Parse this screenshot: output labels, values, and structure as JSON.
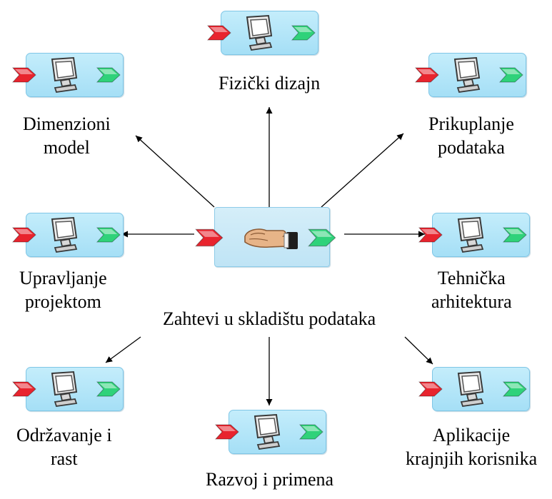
{
  "center": {
    "label": "Zahtevi u skladištu podataka",
    "icon": "hand-icon"
  },
  "nodes": [
    {
      "id": "fizicki-dizajn",
      "lines": [
        "Fizički dizajn"
      ],
      "icon": "monitor-icon"
    },
    {
      "id": "dimenzioni-model",
      "lines": [
        "Dimenzioni",
        "model"
      ],
      "icon": "monitor-icon"
    },
    {
      "id": "prikupljanje-podataka",
      "lines": [
        "Prikuplanje",
        "podataka"
      ],
      "icon": "monitor-icon"
    },
    {
      "id": "upravljanje-projektom",
      "lines": [
        "Upravljanje",
        "projektom"
      ],
      "icon": "monitor-icon"
    },
    {
      "id": "tehnicka-arhitektura",
      "lines": [
        "Tehnička",
        "arhitektura"
      ],
      "icon": "monitor-icon"
    },
    {
      "id": "odrzavanje-i-rast",
      "lines": [
        "Održavanje i",
        "rast"
      ],
      "icon": "monitor-icon"
    },
    {
      "id": "razvoj-i-primena",
      "lines": [
        "Razvoj i primena"
      ],
      "icon": "monitor-icon"
    },
    {
      "id": "aplikacije-krajnjih-korisnika",
      "lines": [
        "Aplikacije",
        "krajnjih korisnika"
      ],
      "icon": "monitor-icon"
    }
  ],
  "colors": {
    "node_fill": "#bfe9fa",
    "node_border": "#7fc6e6",
    "input_port": "#e8242e",
    "output_port": "#2fd27a",
    "arrow": "#000000"
  }
}
